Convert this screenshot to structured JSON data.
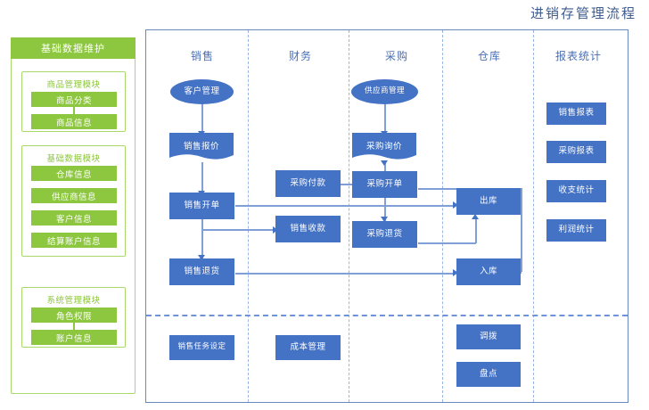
{
  "title": "进销存管理流程",
  "left_panel": {
    "header": "基础数据维护",
    "groups": [
      {
        "title": "商品管理模块",
        "items": [
          "商品分类",
          "商品信息"
        ],
        "arrow": true
      },
      {
        "title": "基础数据模块",
        "items": [
          "仓库信息",
          "供应商信息",
          "客户信息",
          "结算账户信息"
        ],
        "arrow": false
      },
      {
        "title": "系统管理模块",
        "items": [
          "角色权限",
          "账户信息"
        ],
        "arrow": true
      }
    ]
  },
  "flow": {
    "columns": [
      "销售",
      "财务",
      "采购",
      "仓库",
      "报表统计"
    ],
    "nodes": {
      "customer_mgmt": "客户管理",
      "sales_quote": "销售报价",
      "sales_order": "销售开单",
      "sales_receipt": "销售收款",
      "sales_return": "销售退货",
      "purchase_payment": "采购付款",
      "supplier_mgmt": "供应商管理",
      "purchase_inquiry": "采购询价",
      "purchase_order": "采购开单",
      "purchase_return": "采购退货",
      "stock_out": "出库",
      "stock_in": "入库",
      "sales_report": "销售报表",
      "purchase_report": "采购报表",
      "income_expense": "收支统计",
      "profit_stats": "利润统计",
      "sales_task": "销售任务设定",
      "cost_mgmt": "成本管理",
      "transfer": "调拨",
      "inventory_check": "盘点"
    }
  },
  "colors": {
    "green": "#8dc63f",
    "blue": "#4472c4",
    "line": "#7f9fd6",
    "title": "#3f5c8f"
  }
}
